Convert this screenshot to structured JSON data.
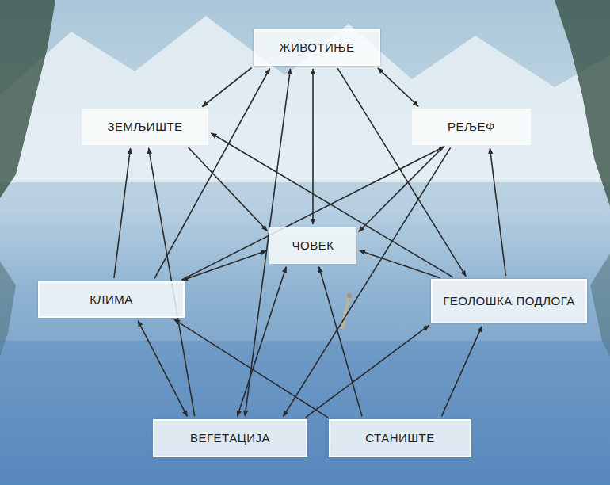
{
  "diagram": {
    "nodes": [
      {
        "text": [
          "ЖИВОТИЊЕ"
        ]
      },
      {
        "text": [
          "ЗЕМЉИШТЕ"
        ]
      },
      {
        "text": [
          "РЕЉЕФ"
        ]
      },
      {
        "text": [
          "ЧОВЕК"
        ]
      },
      {
        "text": [
          "КЛИМА"
        ]
      },
      {
        "text": [
          "ГЕОЛОШКА ПОДЛОГА"
        ]
      },
      {
        "text": [
          "ВЕГЕТАЦИЈА"
        ]
      },
      {
        "text": [
          "СТАНИШТЕ"
        ]
      }
    ],
    "edges": [
      {
        "from": 0,
        "to": 1,
        "arrow": "to"
      },
      {
        "from": 0,
        "to": 2,
        "arrow": "both"
      },
      {
        "from": 0,
        "to": 3,
        "arrow": "both"
      },
      {
        "from": 4,
        "to": 0,
        "arrow": "to"
      },
      {
        "from": 6,
        "to": 0,
        "arrow": "both"
      },
      {
        "from": 0,
        "to": 5,
        "arrow": "to"
      },
      {
        "from": 5,
        "to": 1,
        "arrow": "to"
      },
      {
        "from": 1,
        "to": 3,
        "arrow": "to"
      },
      {
        "from": 2,
        "to": 3,
        "arrow": "to"
      },
      {
        "from": 4,
        "to": 2,
        "arrow": "to"
      },
      {
        "from": 4,
        "to": 1,
        "arrow": "to"
      },
      {
        "from": 4,
        "to": 3,
        "arrow": "both"
      },
      {
        "from": 5,
        "to": 3,
        "arrow": "to"
      },
      {
        "from": 5,
        "to": 2,
        "arrow": "to"
      },
      {
        "from": 6,
        "to": 1,
        "arrow": "to"
      },
      {
        "from": 6,
        "to": 4,
        "arrow": "both"
      },
      {
        "from": 6,
        "to": 3,
        "arrow": "both"
      },
      {
        "from": 7,
        "to": 3,
        "arrow": "to"
      },
      {
        "from": 7,
        "to": 4,
        "arrow": "to"
      },
      {
        "from": 7,
        "to": 5,
        "arrow": "to"
      },
      {
        "from": 6,
        "to": 5,
        "arrow": "to"
      },
      {
        "from": 2,
        "to": 6,
        "arrow": "to"
      }
    ]
  }
}
